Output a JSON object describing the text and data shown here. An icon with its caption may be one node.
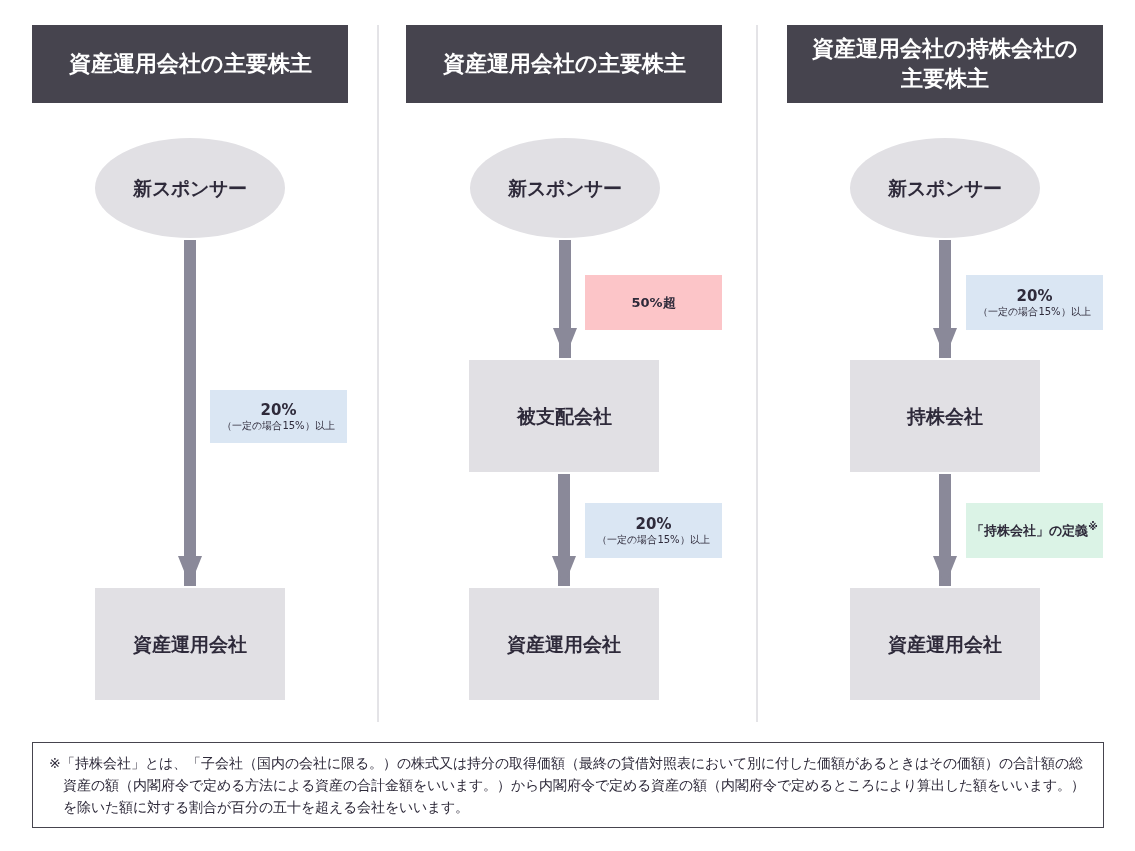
{
  "diagram": {
    "nodes": [
      {
        "text": [
          "資産運用会社の主要株主"
        ]
      },
      {
        "text": [
          "新スポンサー"
        ]
      },
      {
        "text": [
          "20%",
          "（一定の場合15%）以上"
        ]
      },
      {
        "text": [
          "資産運用会社"
        ]
      },
      {
        "text": [
          "資産運用会社の主要株主"
        ]
      },
      {
        "text": [
          "新スポンサー"
        ]
      },
      {
        "text": [
          "50%超"
        ]
      },
      {
        "text": [
          "被支配会社"
        ]
      },
      {
        "text": [
          "20%",
          "（一定の場合15%）以上"
        ]
      },
      {
        "text": [
          "資産運用会社"
        ]
      },
      {
        "text": [
          "資産運用会社の持株会社の主要株主"
        ]
      },
      {
        "text": [
          "新スポンサー"
        ]
      },
      {
        "text": [
          "20%",
          "（一定の場合15%）以上"
        ]
      },
      {
        "text": [
          "持株会社"
        ]
      },
      {
        "text": [
          "「持株会社」の定義$^{※}$"
        ]
      },
      {
        "text": [
          "資産運用会社"
        ]
      },
      {
        "text": [
          "※「持株会社」とは、「子会社（国内の会社に限る。）の株式又は持分の取得価額（最終の貸借対照表において別に付した価額があるときはその価額）の合計額の総資産の額（内閣府令で定める方法による資産の合計金額をいいます。）から内閣府令で定める資産の額（内閣府令で定めるところにより算出した額をいいます。）を除いた額に対する割合が百分の五十を超える会社をいいます。"
        ]
      }
    ],
    "edges": [
      {
        "from": 1,
        "to": 3,
        "arrow": "to"
      },
      {
        "from": 5,
        "to": 7,
        "arrow": "to"
      },
      {
        "from": 7,
        "to": 9,
        "arrow": "to"
      },
      {
        "from": 11,
        "to": 13,
        "arrow": "to"
      },
      {
        "from": 13,
        "to": 15,
        "arrow": "to"
      }
    ]
  }
}
